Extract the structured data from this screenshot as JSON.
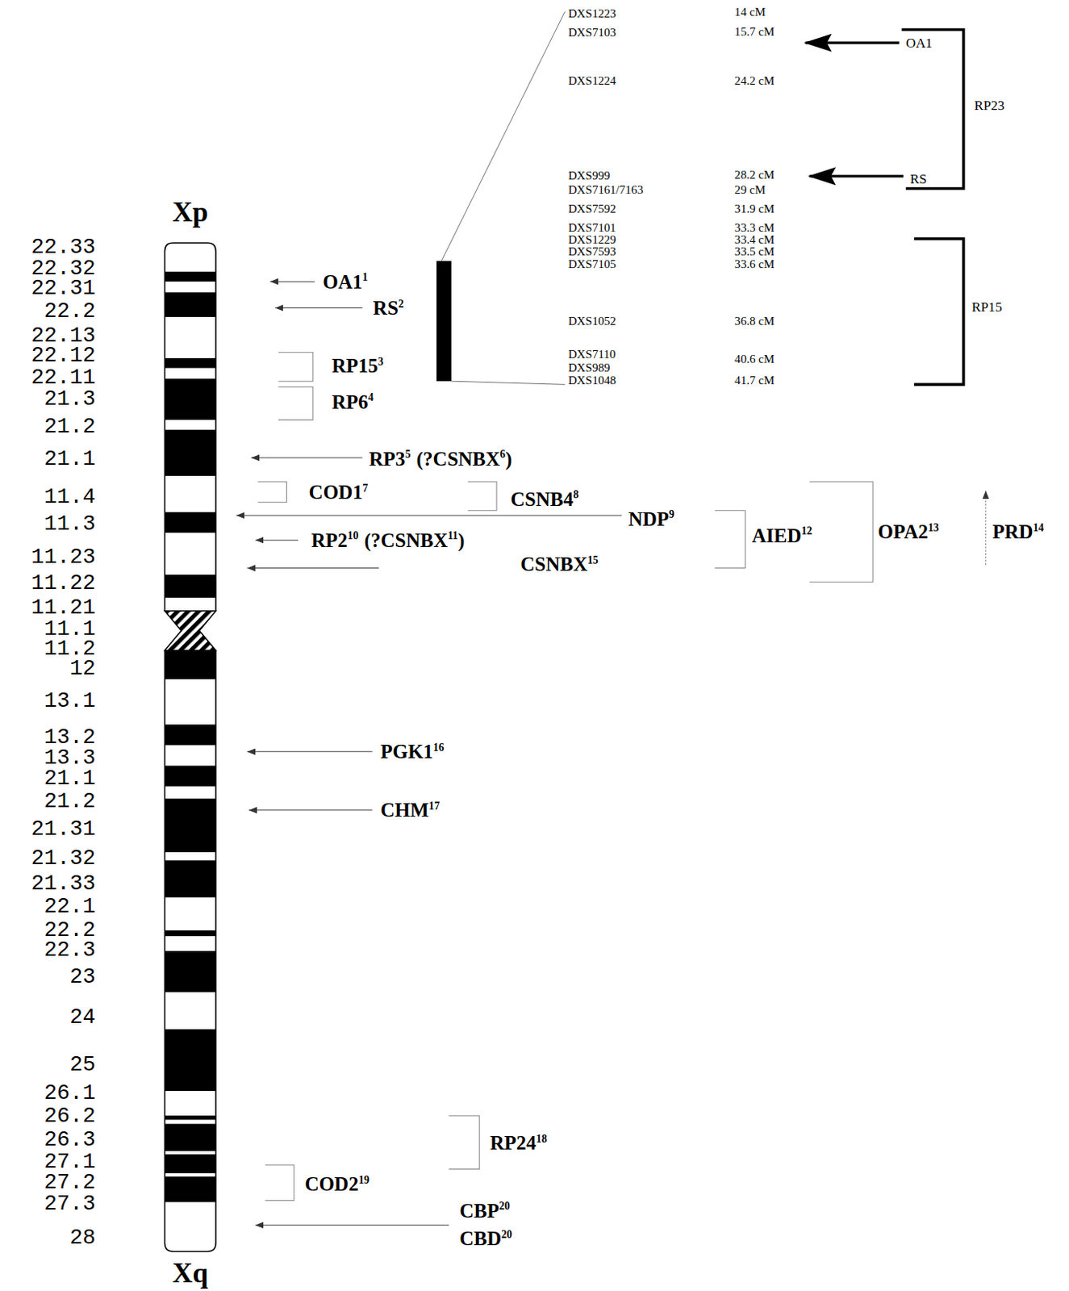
{
  "diagram": {
    "labels": [
      "Xp",
      "Xq",
      "22.33",
      "22.32",
      "22.31",
      "22.2",
      "22.13",
      "22.12",
      "22.11",
      "21.3",
      "21.2",
      "21.1",
      "11.4",
      "11.3",
      "11.23",
      "11.22",
      "11.21",
      "11.1",
      "11.2",
      "12",
      "13.1",
      "13.2",
      "13.3",
      "21.1",
      "21.2",
      "21.31",
      "21.32",
      "21.33",
      "22.1",
      "22.2",
      "22.3",
      "23",
      "24",
      "25",
      "26.1",
      "26.2",
      "26.3",
      "27.1",
      "27.2",
      "27.3",
      "28",
      "OA1",
      "1",
      "RS",
      "2",
      "RP15",
      "3",
      "RP6",
      "4",
      "RP3",
      "5",
      "(?CSNBX",
      "6",
      ")",
      "COD1",
      "7",
      "CSNB4",
      "8",
      "NDP",
      "9",
      "RP2",
      "10",
      "(?CSNBX",
      "11",
      ")",
      "CSNBX",
      "15",
      "AIED",
      "12",
      "OPA2",
      "13",
      "PRD",
      "14",
      "PGK1",
      "16",
      "CHM",
      "17",
      "RP24",
      "18",
      "COD2",
      "19",
      "CBP",
      "20",
      "CBD",
      "20",
      "DXS1223",
      "14 cM",
      "DXS7103",
      "15.7 cM",
      "DXS1224",
      "24.2 cM",
      "DXS999",
      "28.2 cM",
      "DXS7161/7163",
      "29 cM",
      "DXS7592",
      "31.9 cM",
      "DXS7101",
      "33.3 cM",
      "DXS1229",
      "33.4 cM",
      "DXS7593",
      "33.5 cM",
      "DXS7105",
      "33.6 cM",
      "DXS1052",
      "36.8 cM",
      "DXS7110",
      "40.6 cM",
      "DXS989",
      "DXS1048",
      "41.7 cM",
      "OA1",
      "RS",
      "RP23",
      "RP15"
    ]
  }
}
